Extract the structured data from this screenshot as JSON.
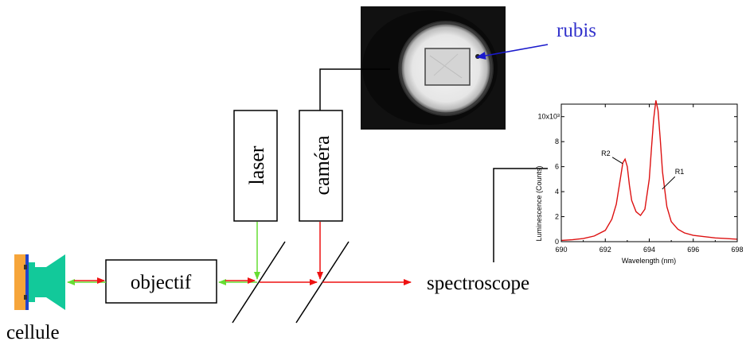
{
  "labels": {
    "rubis": "rubis",
    "laser": "laser",
    "camera": "caméra",
    "objectif": "objectif",
    "spectroscope": "spectroscope",
    "cellule": "cellule"
  },
  "colors": {
    "green_beam": "#66dd33",
    "red_beam": "#ee1111",
    "arrow_blue": "#1a1acc",
    "rubis_text": "#3333cc",
    "spectrum_line": "#dd1111",
    "cell_orange": "#f6a53a",
    "cell_teal": "#12c99a",
    "cell_blue": "#2244cc"
  },
  "chart_data": {
    "type": "line",
    "xlabel": "Wavelength (nm)",
    "ylabel": "Luminescence (Counts)",
    "xlim": [
      690,
      698
    ],
    "ylim": [
      0,
      11000
    ],
    "xticks": [
      "690",
      "692",
      "694",
      "696",
      "698"
    ],
    "yticks": [
      "0",
      "2",
      "4",
      "6",
      "8",
      "10x10³"
    ],
    "annotations": [
      {
        "text": "R2",
        "x": 692.9,
        "y": 6500
      },
      {
        "text": "R1",
        "x": 694.3,
        "y": 11300
      }
    ],
    "series": [
      {
        "x": [
          690.0,
          690.5,
          691.0,
          691.5,
          692.0,
          692.3,
          692.5,
          692.7,
          692.8,
          692.9,
          693.0,
          693.1,
          693.2,
          693.4,
          693.6,
          693.8,
          694.0,
          694.1,
          694.2,
          694.3,
          694.4,
          694.5,
          694.6,
          694.8,
          695.0,
          695.3,
          695.6,
          696.0,
          696.5,
          697.0,
          697.5,
          698.0
        ],
        "y": [
          100,
          150,
          250,
          450,
          900,
          1800,
          3000,
          5200,
          6300,
          6600,
          6000,
          4500,
          3300,
          2400,
          2100,
          2600,
          5000,
          7500,
          9800,
          11300,
          10500,
          8200,
          5600,
          2800,
          1600,
          1000,
          700,
          500,
          400,
          300,
          250,
          200
        ]
      }
    ]
  }
}
